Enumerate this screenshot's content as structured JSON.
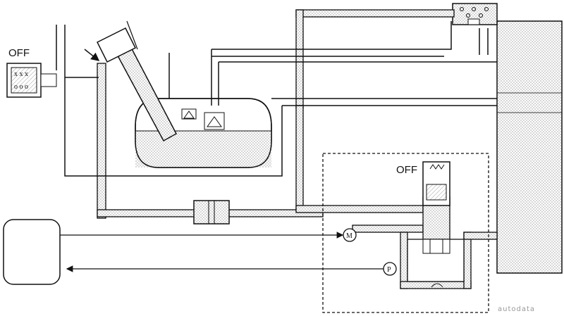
{
  "labels": {
    "off_left": "OFF",
    "off_right": "OFF",
    "motor": "M",
    "pressure": "P",
    "watermark": "autodata"
  },
  "colors": {
    "line": "#111111",
    "dot_fill": "#c8c8c8",
    "canister_fill": "#f4f4f4"
  }
}
